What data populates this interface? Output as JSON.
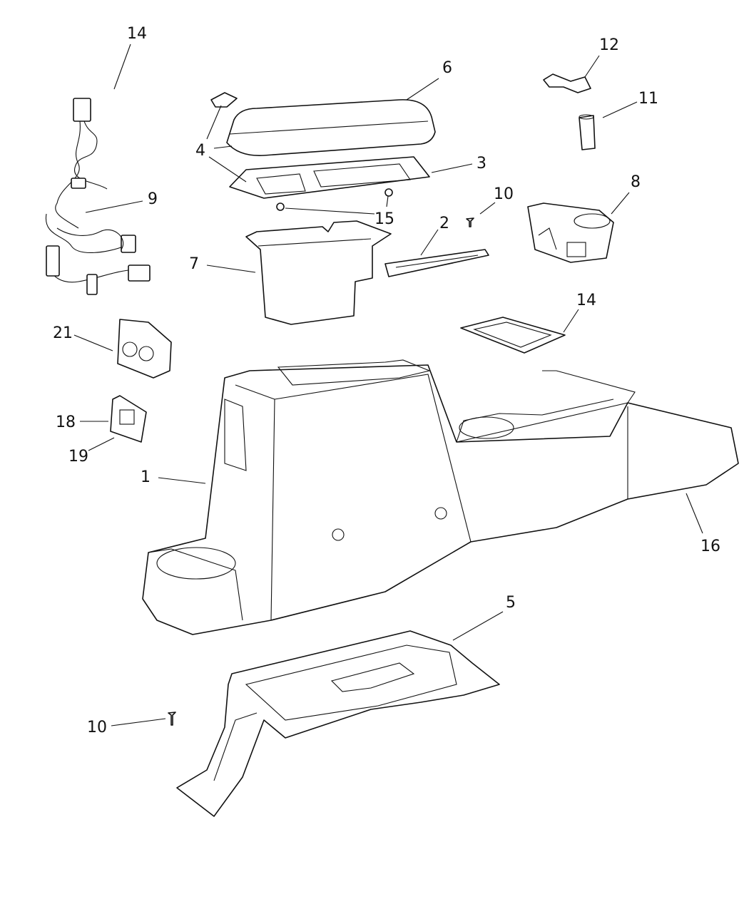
{
  "callouts": {
    "c14_top": "14",
    "c6": "6",
    "c12": "12",
    "c11": "11",
    "c4": "4",
    "c3": "3",
    "c9": "9",
    "c10_top": "10",
    "c8": "8",
    "c15": "15",
    "c2": "2",
    "c7": "7",
    "c14_mid": "14",
    "c21": "21",
    "c18": "18",
    "c19": "19",
    "c1": "1",
    "c16": "16",
    "c5": "5",
    "c10_bot": "10"
  }
}
